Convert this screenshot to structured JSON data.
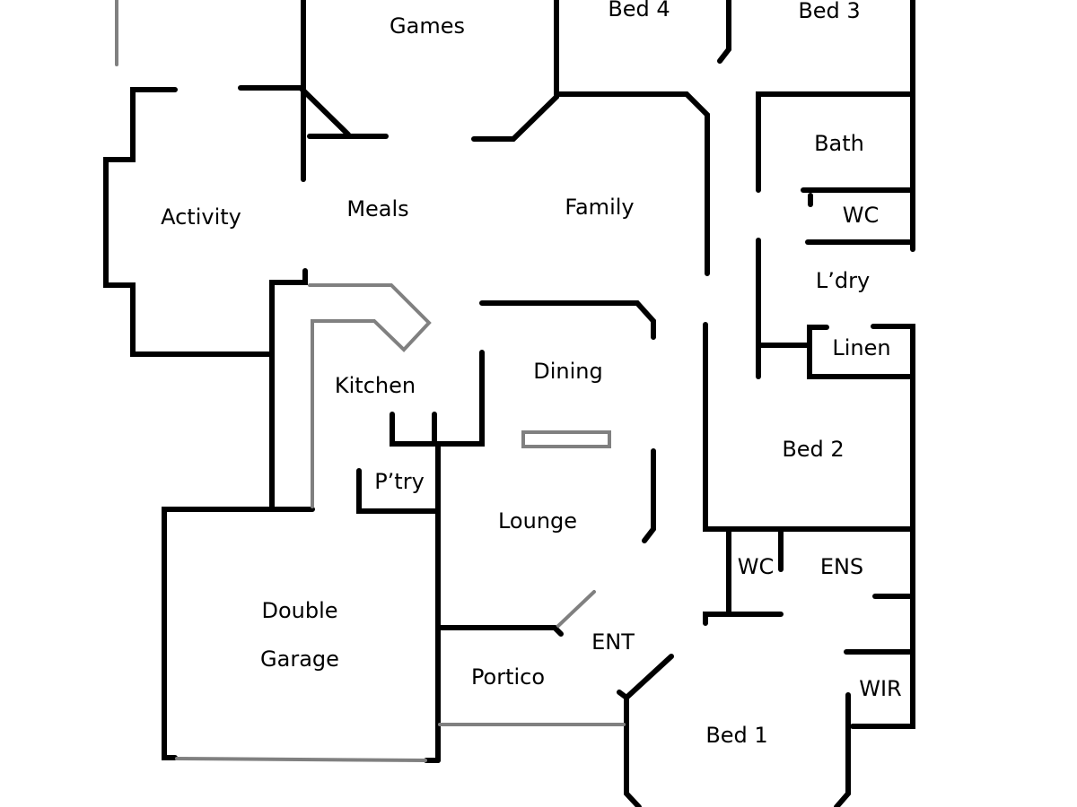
{
  "floorplan": {
    "rooms": {
      "games": "Games",
      "bed4": "Bed 4",
      "bed3": "Bed 3",
      "bath": "Bath",
      "wc_upper": "WC",
      "activity": "Activity",
      "meals": "Meals",
      "family": "Family",
      "laundry": "L’dry",
      "linen": "Linen",
      "kitchen": "Kitchen",
      "dining": "Dining",
      "bed2": "Bed 2",
      "pantry": "P’try",
      "lounge": "Lounge",
      "wc_lower": "WC",
      "ensuite": "ENS",
      "garage_line1": "Double",
      "garage_line2": "Garage",
      "entry": "ENT",
      "portico": "Portico",
      "wir": "WIR",
      "bed1": "Bed 1"
    },
    "colors": {
      "wall": "#000000",
      "secondary_line": "#808080",
      "background": "#ffffff"
    }
  }
}
